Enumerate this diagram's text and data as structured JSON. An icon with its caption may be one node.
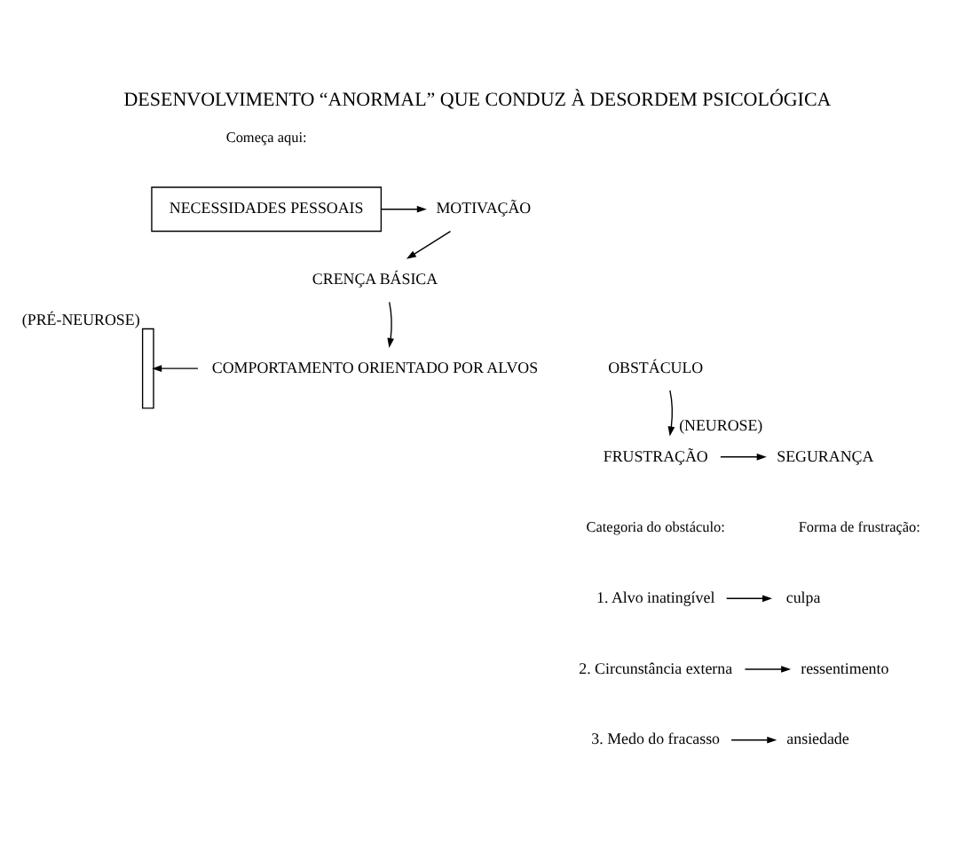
{
  "diagram": {
    "title": "DESENVOLVIMENTO “ANORMAL” QUE CONDUZ À DESORDEM PSICOLÓGICA",
    "nodes": [
      {
        "text": [
          "NECESSIDADES PESSOAIS"
        ]
      },
      {
        "text": [
          "MOTIVAÇÃO"
        ]
      },
      {
        "text": [
          "CRENÇA BÁSICA"
        ]
      },
      {
        "text": [
          "COMPORTAMENTO ORIENTADO POR ALVOS"
        ]
      },
      {
        "text": [],
        "shape": "bar",
        "beside": [
          "(PRÉ-NEUROSE)"
        ]
      },
      {
        "text": [
          "OBSTÁCULO"
        ]
      },
      {
        "text": [
          "FRUSTRAÇÃO"
        ]
      },
      {
        "text": [
          "SEGURANÇA"
        ],
        "beside": [
          "(NEUROSE)"
        ]
      },
      {
        "text": [
          "1. Alvo inatingível"
        ]
      },
      {
        "text": [
          "2. Circunstância externa"
        ]
      },
      {
        "text": [
          "3. Medo do fracasso"
        ]
      },
      {
        "text": [
          "culpa"
        ]
      },
      {
        "text": [
          "ressentimento"
        ]
      },
      {
        "text": [
          "ansiedade"
        ]
      }
    ],
    "edges": [
      {
        "from": 0,
        "to": 1,
        "arrow": "to"
      },
      {
        "from": 1,
        "to": 2,
        "arrow": "to"
      },
      {
        "from": 2,
        "to": 3,
        "arrow": "to"
      },
      {
        "from": 3,
        "to": 4,
        "arrow": "to"
      },
      {
        "from": 5,
        "to": 6,
        "arrow": "to"
      },
      {
        "from": 6,
        "to": 7,
        "arrow": "to"
      },
      {
        "from": 8,
        "to": 11,
        "arrow": "to"
      },
      {
        "from": 9,
        "to": 12,
        "arrow": "to"
      },
      {
        "from": 10,
        "to": 13,
        "arrow": "to"
      }
    ],
    "labels": [
      "Começa aqui:",
      "Categoria do obstáculo:",
      "Forma de frustração:"
    ]
  }
}
